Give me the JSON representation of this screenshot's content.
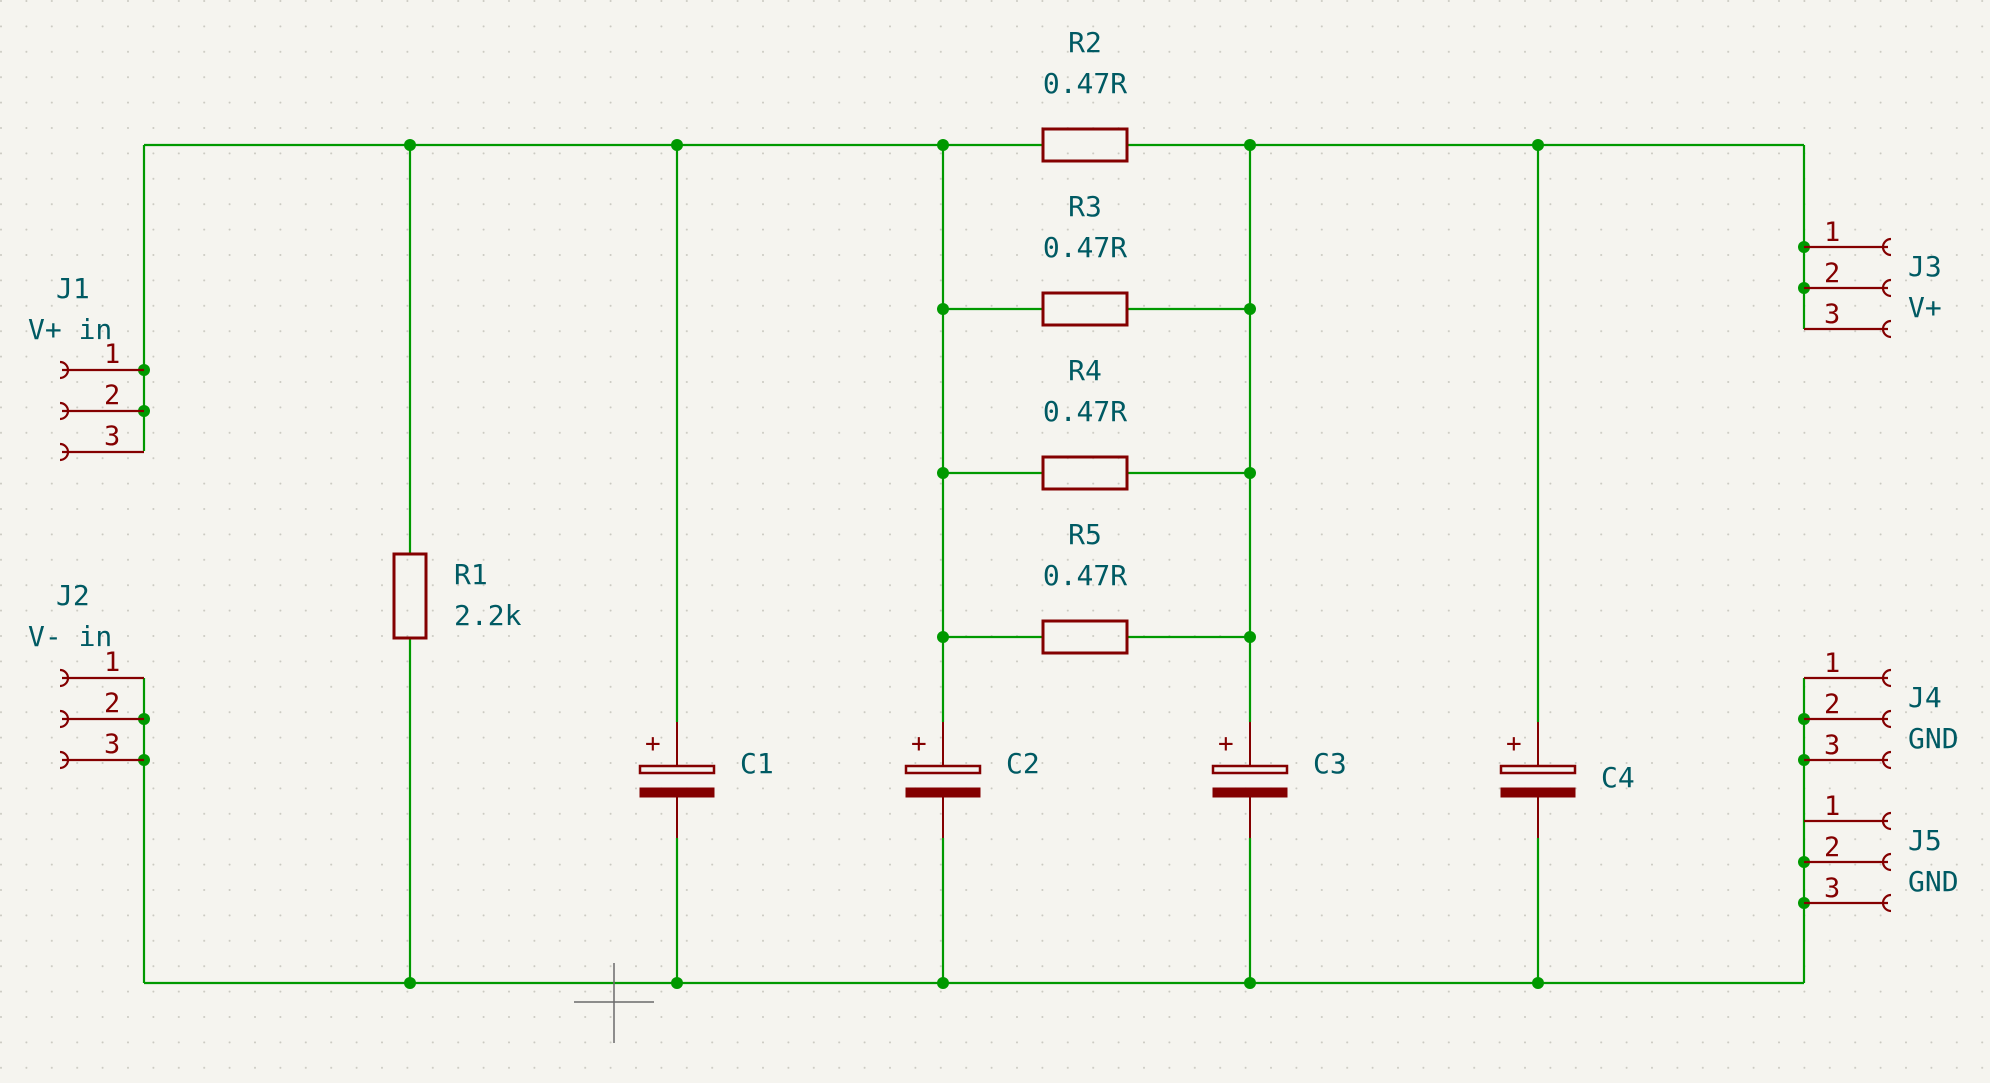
{
  "schematic": {
    "components": [
      {
        "id": "R1",
        "value": "2.2k"
      },
      {
        "id": "R2",
        "value": "0.47R"
      },
      {
        "id": "R3",
        "value": "0.47R"
      },
      {
        "id": "R4",
        "value": "0.47R"
      },
      {
        "id": "R5",
        "value": "0.47R"
      },
      {
        "id": "C1",
        "value": ""
      },
      {
        "id": "C2",
        "value": ""
      },
      {
        "id": "C3",
        "value": ""
      },
      {
        "id": "C4",
        "value": ""
      }
    ],
    "connectors": [
      {
        "id": "J1",
        "value": "V+ in",
        "pins": [
          "1",
          "2",
          "3"
        ]
      },
      {
        "id": "J2",
        "value": "V- in",
        "pins": [
          "1",
          "2",
          "3"
        ]
      },
      {
        "id": "J3",
        "value": "V+",
        "pins": [
          "1",
          "2",
          "3"
        ]
      },
      {
        "id": "J4",
        "value": "GND",
        "pins": [
          "1",
          "2",
          "3"
        ]
      },
      {
        "id": "J5",
        "value": "GND",
        "pins": [
          "1",
          "2",
          "3"
        ]
      }
    ],
    "polarity_mark": "+",
    "colors": {
      "background": "#f5f4ef",
      "wire": "#009900",
      "symbol": "#840000",
      "text": "#005a63"
    }
  }
}
